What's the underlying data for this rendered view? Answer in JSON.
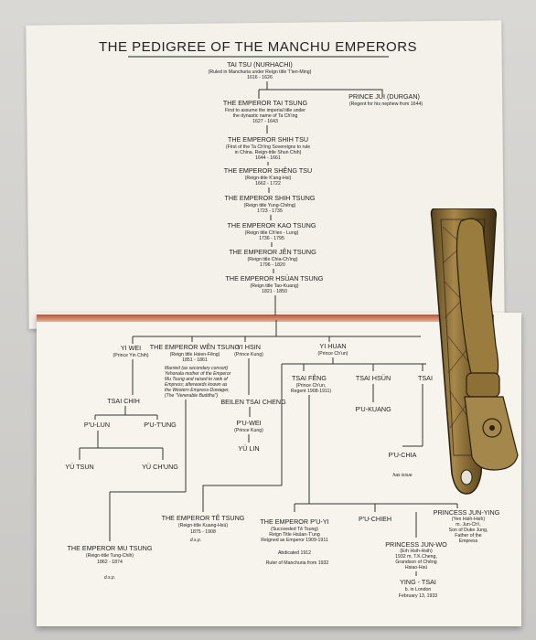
{
  "title": "THE PEDIGREE OF THE MANCHU EMPERORS",
  "people": {
    "tai_tsu": {
      "name": "TAI TSU (NURHACHI)",
      "l1": "(Ruled in Manchuria under Reign title T'ien-Ming)",
      "l2": "1616 - 1626"
    },
    "tai_tsung": {
      "name": "THE EMPEROR TAI TSUNG",
      "l1": "First to assume the imperial title under",
      "l2": "the dynastic name of Ta Ch'ing",
      "l3": "1627 - 1643"
    },
    "jui": {
      "name": "PRINCE JUI (DURGAN)",
      "l1": "(Regent for his nephew from 1644)"
    },
    "shih_tsu": {
      "name": "THE EMPEROR SHIH TSU",
      "l1": "(First of the Ta Ch'ing Sovereigns to rule",
      "l2": "in China. Reign-title Shun Chih)",
      "l3": "1644 - 1661"
    },
    "sheng_tsu": {
      "name": "THE EMPEROR SHÊNG TSU",
      "l1": "(Reign-title K'ang-Hsi)",
      "l2": "1662 - 1722"
    },
    "shih_tsung": {
      "name": "THE EMPEROR SHIH TSUNG",
      "l1": "(Reign title Yung-Chêng)",
      "l2": "1723 - 1735"
    },
    "kao_tsung": {
      "name": "THE EMPEROR KAO TSUNG",
      "l1": "(Reign title Ch'ien - Lung)",
      "l2": "1736 - 1795"
    },
    "jen_tsung": {
      "name": "THE EMPEROR JÊN TSUNG",
      "l1": "(Reign title Chia-Ch'ing)",
      "l2": "1796 - 1820"
    },
    "hsuan_tsung": {
      "name": "THE EMPEROR HSÜAN TSUNG",
      "l1": "(Reign title Tao-Kuang)",
      "l2": "1821 - 1850"
    },
    "yi_wei": {
      "name": "YI WEI",
      "l1": "(Prince Yin Chih)"
    },
    "wen_tsung": {
      "name": "THE EMPEROR WÊN TSUNG",
      "l1": "(Reign title Hsien-Fêng)",
      "l2": "1851 - 1861"
    },
    "wen_note": {
      "l1": "Married (as secondary consort)",
      "l2": "Yehonala mother of the Emperor",
      "l3": "Mu Tsung and raised to rank of",
      "l4": "Empress; afterwards known as",
      "l5": "the Western Empress-Dowager,",
      "l6": "(The \"Venerable Buddha\")"
    },
    "yi_hsin": {
      "name": "YI HSIN",
      "l1": "(Prince Kung)"
    },
    "yi_huan": {
      "name": "YI HUAN",
      "l1": "(Prince Ch'un)"
    },
    "tsai_chih": {
      "name": "TSAI CHIH"
    },
    "pu_lun": {
      "name": "P'U-LUN"
    },
    "pu_tung": {
      "name": "P'U-T'UNG"
    },
    "yu_tsun": {
      "name": "YÜ TSUN"
    },
    "yu_chung": {
      "name": "YÜ CH'UNG"
    },
    "beilen": {
      "name": "BEILEN TSAI CHENG"
    },
    "pu_wei": {
      "name": "P'U-WEI",
      "l1": "(Prince Kung)"
    },
    "yu_lin": {
      "name": "YÜ LIN"
    },
    "tsai_feng": {
      "name": "TSAI FÊNG",
      "l1": "(Prince Ch'un,",
      "l2": "Regent 1908-1911)"
    },
    "tsai_hsun": {
      "name": "TSAI HSÜN"
    },
    "tsai_t": {
      "name": "TSAI"
    },
    "pu_kuang": {
      "name": "P'U-KUANG"
    },
    "pu_chia": {
      "name": "P'U-CHIA",
      "l1": "has issue"
    },
    "te_tsung": {
      "name": "THE EMPEROR TÊ TSUNG",
      "l1": "(Reign-title Kuang-Hsü)",
      "l2": "1875 - 1908",
      "l3": "d.s.p."
    },
    "pu_yi": {
      "name": "THE EMPEROR P'U-YI",
      "l1": "(Succeeded Tê Tsung)",
      "l2": "Reign Title Hsüan-T'ung",
      "l3": "Reigned as Emperor 1909-1911",
      "l4": "Abdicated 1912",
      "l5": "Ruler of Manchuria from 1932"
    },
    "pu_chieh": {
      "name": "P'U-CHIEH"
    },
    "jun_ying": {
      "name": "PRINCESS JUN-YING",
      "l1": "(Yen Hsih-Hsih)",
      "l2": "m. Jun-Ch'i,",
      "l3": "Son of Duke Jung,",
      "l4": "Father of the",
      "l5": "Empress"
    },
    "jun_wo": {
      "name": "PRINCESS JUN-WO",
      "l1": "(Erh Hsih-Hsih)",
      "l2": "1932 m. T.K.Cheng,",
      "l3": "Grandson of Chêng",
      "l4": "Hsiao-Hsü"
    },
    "ying_tsai": {
      "name": "YING - TSAI",
      "l1": "b. in London",
      "l2": "February 13, 1933"
    },
    "mu_tsung": {
      "name": "THE EMPEROR MU TSUNG",
      "l1": "(Reign-title Tung-Chih)",
      "l2": "1862 - 1874",
      "l3": "d.s.p."
    }
  }
}
